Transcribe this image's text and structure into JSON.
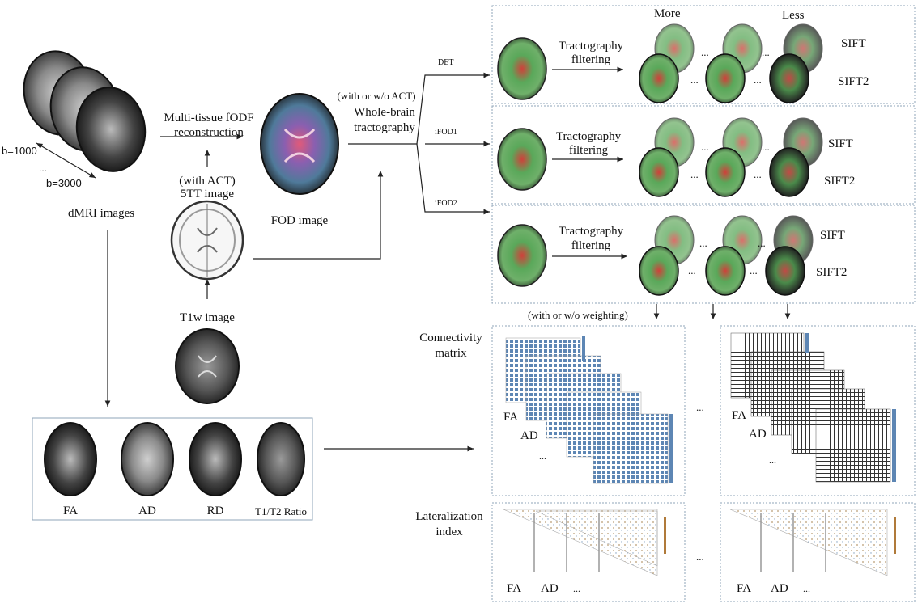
{
  "colors": {
    "matrix_blue": "#5d86b4",
    "box_border": "#8fa4b8",
    "arrow": "#222222",
    "brain_gray": "#555555"
  },
  "dmri": {
    "b_low": "b=1000",
    "b_dots": "...",
    "b_high": "b=3000",
    "label": "dMRI images"
  },
  "recon": {
    "line1": "Multi-tissue fODF",
    "line2": "reconstruction"
  },
  "fivett": {
    "with_act": "(with ACT)",
    "label": "5TT image"
  },
  "fod_label": "FOD image",
  "t1w_label": "T1w image",
  "tractography": {
    "act_note": "(with or w/o ACT)",
    "line1": "Whole-brain",
    "line2": "tractography"
  },
  "branches": [
    {
      "algorithm": "DET",
      "filter_line1": "Tractography",
      "filter_line2": "filtering",
      "sift": "SIFT",
      "sift2": "SIFT2"
    },
    {
      "algorithm": "iFOD1",
      "filter_line1": "Tractography",
      "filter_line2": "filtering",
      "sift": "SIFT",
      "sift2": "SIFT2"
    },
    {
      "algorithm": "iFOD2",
      "filter_line1": "Tractography",
      "filter_line2": "filtering",
      "sift": "SIFT",
      "sift2": "SIFT2"
    }
  ],
  "more_label": "More",
  "less_label": "Less",
  "ellipsis": "...",
  "weighting_note": "(with or w/o weighting)",
  "connectivity": {
    "line1": "Connectivity",
    "line2": "matrix",
    "fa": "FA",
    "ad": "AD",
    "dots": "..."
  },
  "lateralization": {
    "line1": "Lateralization",
    "line2": "index",
    "fa": "FA",
    "ad": "AD",
    "dots": "..."
  },
  "scalar_maps": [
    "FA",
    "AD",
    "RD",
    "T1/T2 Ratio"
  ],
  "icons": [
    "dmri-stack-icon",
    "fod-brain-icon",
    "5tt-brain-icon",
    "t1w-brain-icon",
    "tractogram-brain-icon",
    "connectivity-matrix-icon",
    "lateralization-triangle-icon"
  ]
}
